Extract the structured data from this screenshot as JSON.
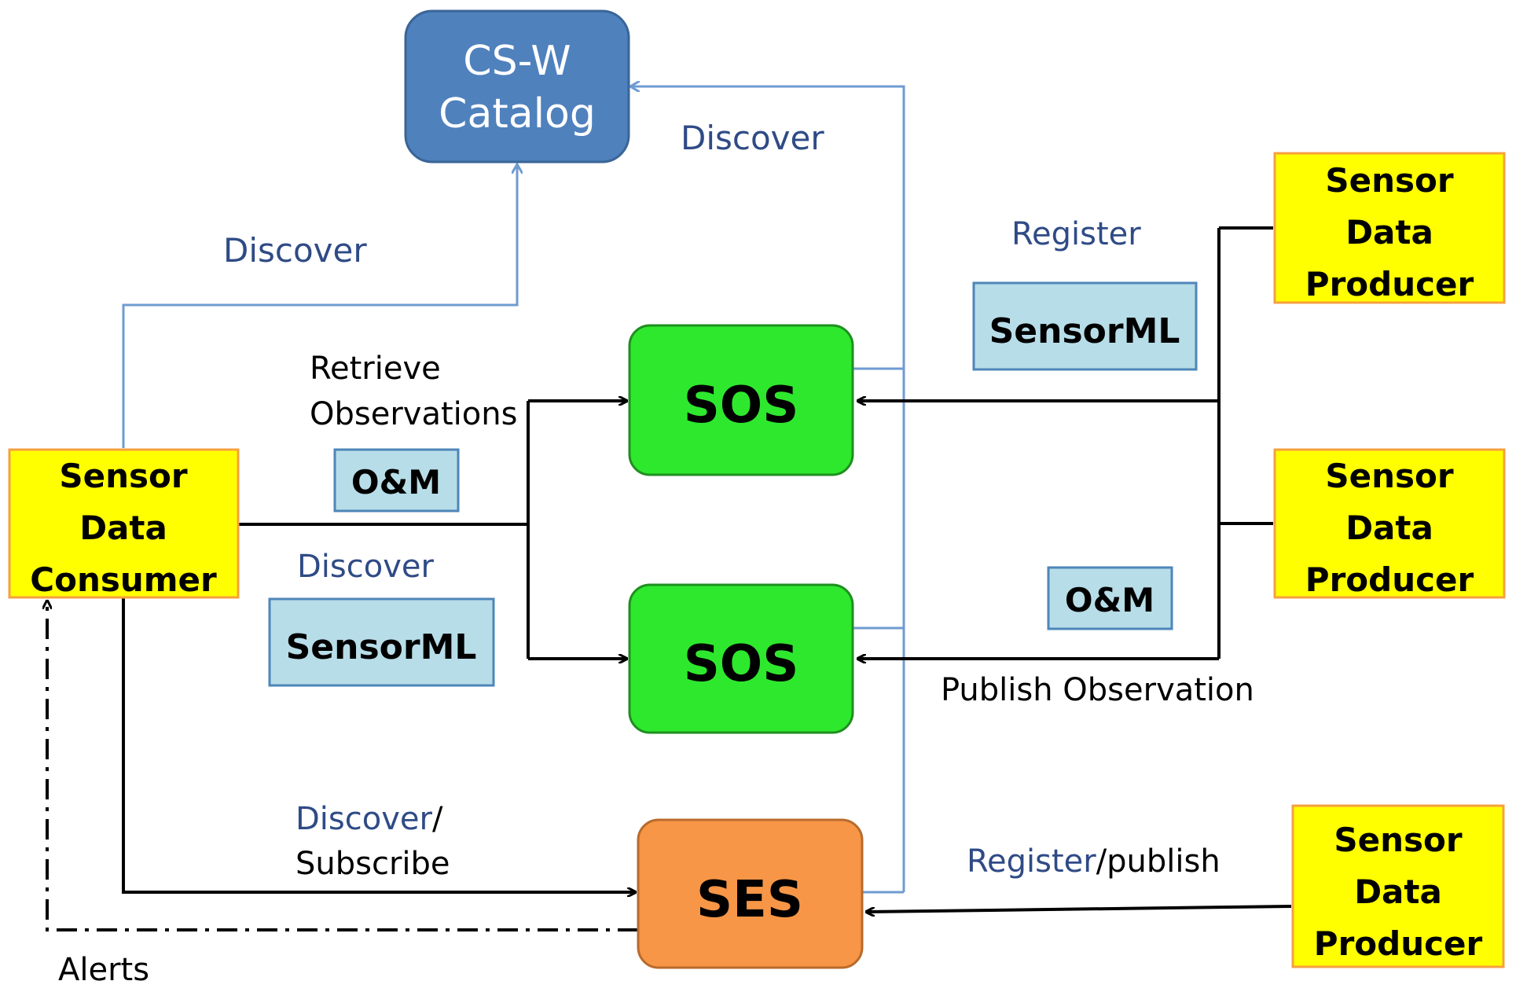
{
  "nodes": {
    "catalog": {
      "line1": "CS-W",
      "line2": "Catalog"
    },
    "consumer": {
      "line1": "Sensor",
      "line2": "Data",
      "line3": "Consumer"
    },
    "producer_top": {
      "line1": "Sensor",
      "line2": "Data",
      "line3": "Producer"
    },
    "producer_mid": {
      "line1": "Sensor",
      "line2": "Data",
      "line3": "Producer"
    },
    "producer_bottom": {
      "line1": "Sensor",
      "line2": "Data",
      "line3": "Producer"
    },
    "sos_upper": {
      "label": "SOS"
    },
    "sos_lower": {
      "label": "SOS"
    },
    "ses": {
      "label": "SES"
    }
  },
  "tags": {
    "sensorml_right": "SensorML",
    "om_left": "O&M",
    "sensorml_left": "SensorML",
    "om_right": "O&M"
  },
  "labels": {
    "discover_catalog_right": "Discover",
    "discover_catalog_left": "Discover",
    "register": "Register",
    "retrieve_line1": "Retrieve",
    "retrieve_line2": "Observations",
    "discover_sos": "Discover",
    "publish_observation": "Publish Observation",
    "discover_ses_part1": "Discover",
    "discover_ses_part2": "/",
    "subscribe": "Subscribe",
    "register_publish_part1": "Register",
    "register_publish_part2": "/publish",
    "alerts": "Alerts"
  },
  "colors": {
    "catalog_fill": "#4f81bd",
    "sos_fill": "#2ee82e",
    "ses_fill": "#f79646",
    "actor_fill": "#ffff00",
    "actor_border": "#f6a040",
    "tag_fill": "#b7dde8",
    "discover_line": "#6f9bd1",
    "blue_text": "#2f4b86"
  }
}
